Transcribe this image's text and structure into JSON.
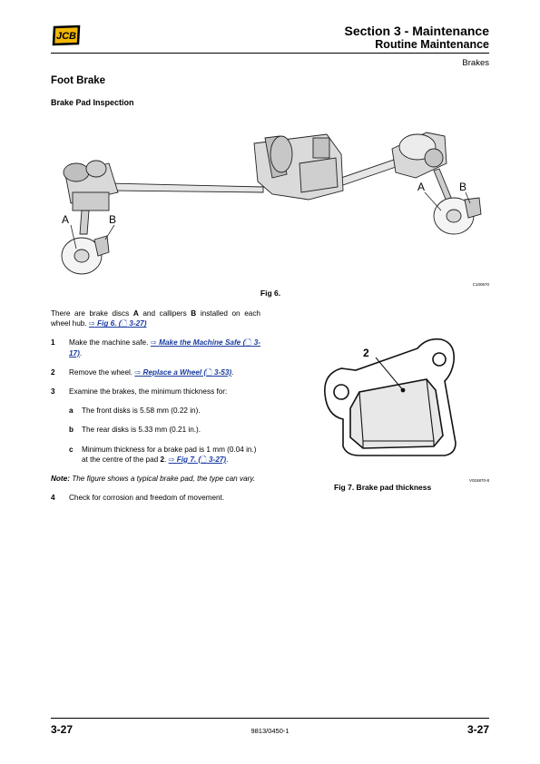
{
  "header": {
    "logo_text": "JCB",
    "section_title": "Section 3 - Maintenance",
    "subsection_title": "Routine Maintenance",
    "topic": "Brakes"
  },
  "heading": "Foot Brake",
  "subheading": "Brake Pad Inspection",
  "figure6": {
    "labels": {
      "a_left": "A",
      "b_left": "B",
      "a_right": "A",
      "b_right": "B"
    },
    "code": "C100670",
    "caption": "Fig 6."
  },
  "intro": {
    "t1": "There are brake discs ",
    "b1": "A",
    "t2": " and callipers ",
    "b2": "B",
    "t3": " installed on each wheel hub. ",
    "arrow": "⇨",
    "link": "Fig 6. (",
    "page_icon": "🗋",
    "link_end": " 3-27)"
  },
  "steps": [
    {
      "num": "1",
      "text": "Make the machine safe. ",
      "arrow": "⇨",
      "link": "Make the Machine Safe (",
      "page_icon": "🗋",
      "link_end": " 3-17)",
      "after": "."
    },
    {
      "num": "2",
      "text": "Remove the wheel. ",
      "arrow": "⇨",
      "link": "Replace a Wheel (",
      "page_icon": "🗋",
      "link_end": " 3-53)",
      "after": "."
    },
    {
      "num": "3",
      "text": "Examine the brakes, the minimum thickness for:"
    },
    {
      "num": "4",
      "text": "Check for corrosion and freedom of movement."
    }
  ],
  "substeps": [
    {
      "letter": "a",
      "text": "The front disks is 5.58 mm (0.22 in)."
    },
    {
      "letter": "b",
      "text": "The rear disks is 5.33 mm (0.21 in.)."
    },
    {
      "letter": "c",
      "text": "Minimum thickness for a brake pad is 1 mm (0.04 in.) at the centre of the pad ",
      "bold": "2",
      "after": ". ",
      "arrow": "⇨",
      "link": "Fig 7. (",
      "page_icon": "🗋",
      "link_end": " 3-27)",
      "after2": "."
    }
  ],
  "note": {
    "label": "Note:",
    "text": " The figure shows a typical brake pad, the type can vary."
  },
  "figure7": {
    "label": "2",
    "code": "V015870-8",
    "caption": "Fig 7. Brake pad thickness"
  },
  "footer": {
    "page_left": "3-27",
    "doc_number": "9813/0450-1",
    "page_right": "3-27"
  }
}
